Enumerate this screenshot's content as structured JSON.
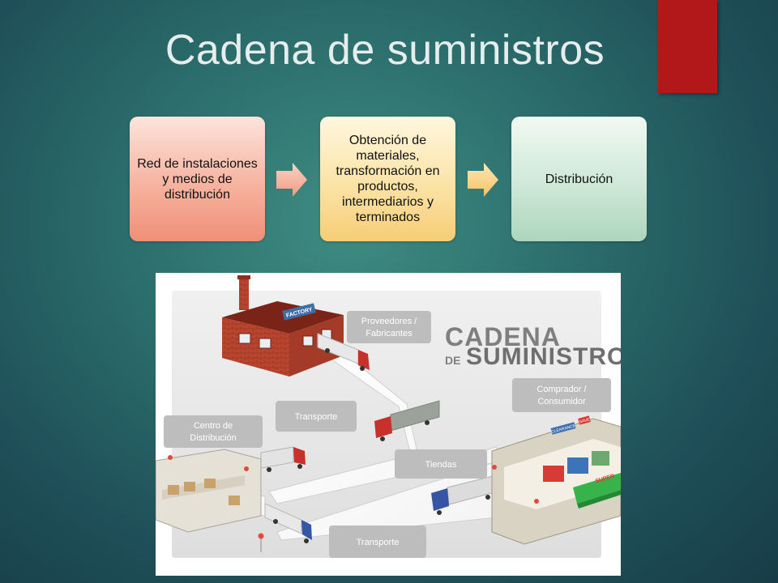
{
  "slide": {
    "title": "Cadena de suministros",
    "accent_color": "#b2171a"
  },
  "process": {
    "steps": [
      {
        "label": "Red de instalaciones y medios de distribución",
        "color": "#f2a08a"
      },
      {
        "label": "Obtención de materiales, transformación en productos, intermediarios y terminados",
        "color": "#f8d78b"
      },
      {
        "label": "Distribución",
        "color": "#bfe0ca"
      }
    ]
  },
  "figure": {
    "heading_line1": "CADENA",
    "heading_line2_prefix": "DE",
    "heading_line2_main": "SUMINISTRO",
    "factory_sign": "FACTORY",
    "labels": {
      "suppliers_line1": "Proveedores /",
      "suppliers_line2": "Fabricantes",
      "transport_upper": "Transporte",
      "distribution_line1": "Centro de",
      "distribution_line2": "Distribución",
      "buyer_line1": "Comprador /",
      "buyer_line2": "Consumidor",
      "stores": "Tiendas",
      "transport_lower": "Transporte"
    },
    "store_signs": {
      "clearance": "CLEARANCE",
      "save": "SAVE",
      "super": "SUPER"
    }
  }
}
